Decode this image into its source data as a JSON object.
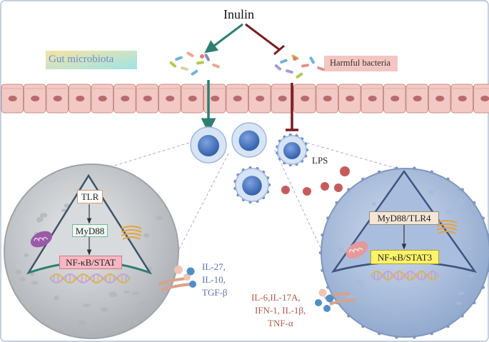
{
  "title": "Inulin",
  "gut_microbiota": "Gut microbiota",
  "harmful_bacteria": "Harmful bacteria",
  "lps": "LPS",
  "left_cell": {
    "pathway": [
      "TLR",
      "MyD88",
      "NF-κB/STAT"
    ],
    "cytokines": [
      "IL-27,",
      "IL-10,",
      "TGF-β"
    ]
  },
  "right_cell": {
    "pathway": [
      "MyD88/TLR4",
      "NF-κB/STAT3"
    ],
    "cytokines": [
      "IL-6,IL-17A,",
      "IFN-1, IL-1β,",
      "TNF-α"
    ]
  },
  "colors": {
    "promote": "#2e7f72",
    "inhibit": "#7a1c22",
    "epithelium": "#f2c9c4",
    "nucleus_left": "#c9ccd0",
    "nucleus_right": "#9db4d6",
    "cytokine_text_left": "#5a6fb0",
    "cytokine_text_right": "#b0574f"
  }
}
